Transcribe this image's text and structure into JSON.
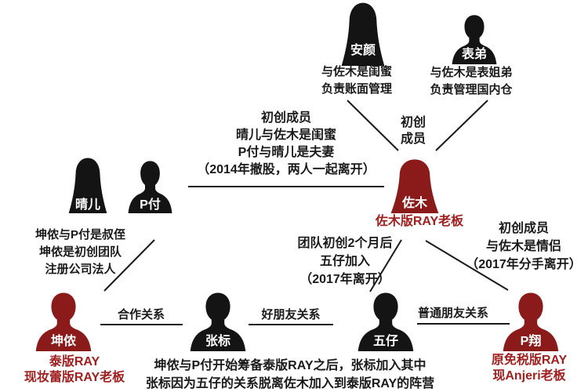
{
  "people": {
    "anyan": {
      "name": "安颜",
      "desc1": "与佐木是闺蜜",
      "desc2": "负责账面管理"
    },
    "biaodi": {
      "name": "表弟",
      "desc1": "与佐木是表姐弟",
      "desc2": "负责管理国内仓"
    },
    "qinger": {
      "name": "晴儿"
    },
    "pfu": {
      "name": "P付"
    },
    "zuomu": {
      "name": "佐木",
      "title": "佐木版RAY老板"
    },
    "kunnong": {
      "name": "坤侬",
      "title1": "泰版RAY",
      "title2": "现妆蕾版RAY老板"
    },
    "zhangbiao": {
      "name": "张标"
    },
    "wuzai": {
      "name": "五仔"
    },
    "pxiang": {
      "name": "P翔",
      "title1": "原免税版RAY",
      "title2": "现Anjeri老板"
    }
  },
  "annotations": {
    "founding_left": [
      "初创成员",
      "晴儿与佐木是闺蜜",
      "P付与晴儿是夫妻",
      "（2014年撤股，两人一起离开）"
    ],
    "founding_small": [
      "初创",
      "成员"
    ],
    "kunnong_note": [
      "坤侬与P付是叔侄",
      "坤侬是初创团队",
      "注册公司法人"
    ],
    "wuzai_note": [
      "团队初创2个月后",
      "五仔加入",
      "（2017年离开）"
    ],
    "pxiang_note": [
      "初创成员",
      "与佐木是情侣",
      "（2017年分手离开）"
    ],
    "bottom_note": [
      "坤侬与P付开始筹备泰版RAY之后，张标加入其中",
      "张标因为五仔的关系脱离佐木加入到泰版RAY的阵营"
    ]
  },
  "relations": {
    "cooperate": "合作关系",
    "good_friend": "好朋友关系",
    "normal_friend": "普通朋友关系"
  },
  "colors": {
    "silhouette_black": "#141414",
    "silhouette_maroon": "#8b1b1b",
    "red_text": "#a01f1f",
    "text": "#1a1a1a",
    "background": "#ffffff"
  }
}
